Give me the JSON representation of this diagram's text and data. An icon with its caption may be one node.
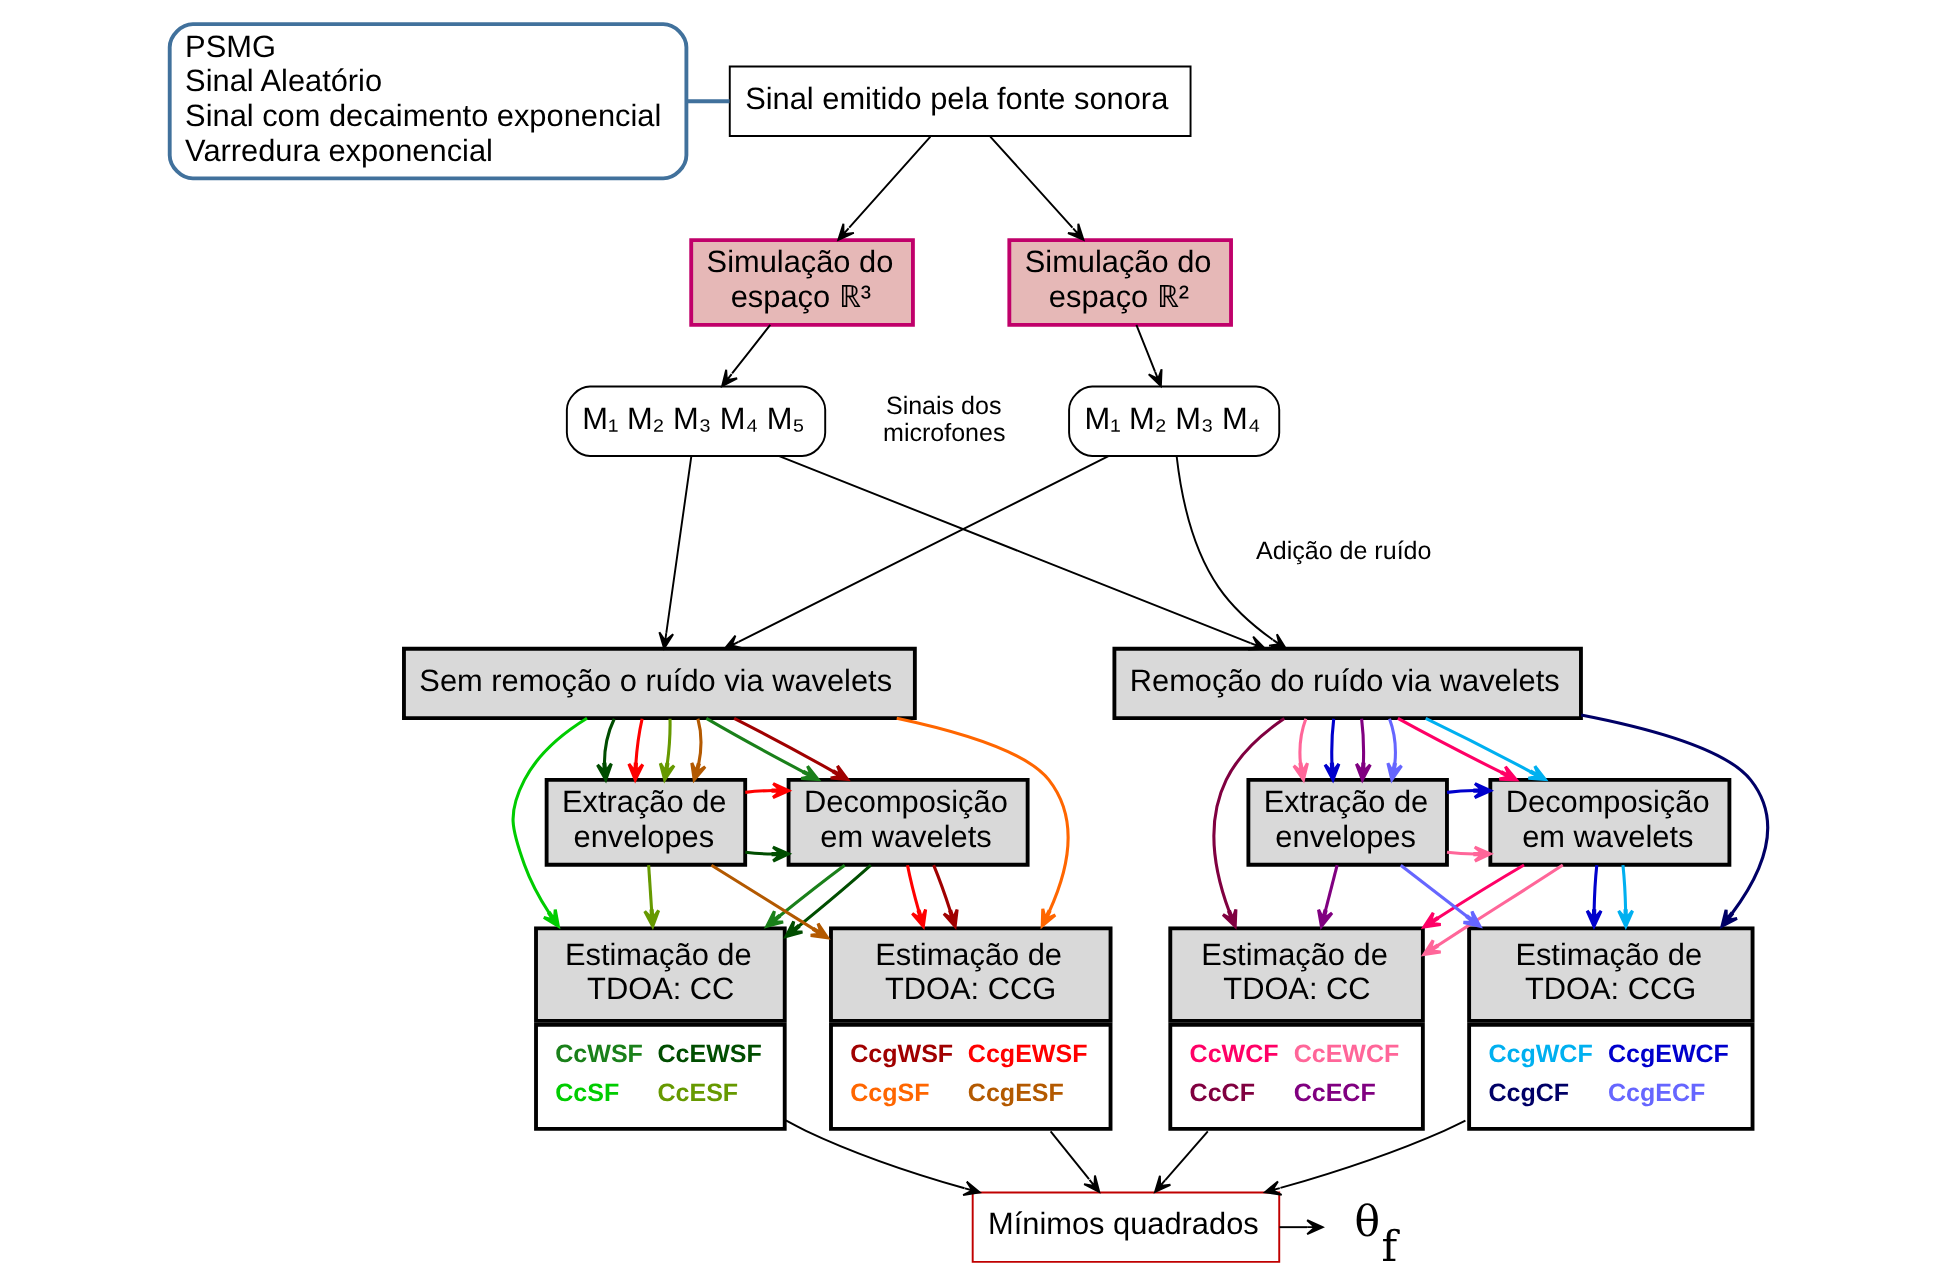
{
  "diagram": {
    "nodes": [
      {
        "text": [
          "Sinal emitido pela fonte sonora"
        ]
      },
      {
        "text": [
          "Simulação do espaço ℝ²"
        ]
      },
      {
        "text": [
          "Simulação do espaço ℝ³"
        ]
      },
      {
        "text": [
          "PSMG",
          "Sinal Aleatório",
          "Sinal com decaimento exponencial",
          "Varredura exponencial"
        ]
      },
      {
        "text": [
          "M₁ M₂ M₃ M₄"
        ],
        "beside": [
          "Sinais dos microfones"
        ]
      },
      {
        "text": [
          "M₁ M₂ M₃ M₄ M₅"
        ]
      },
      {
        "text": [
          "Remoção do ruído via wavelets"
        ]
      },
      {
        "text": [
          "Decomposição em wavelets"
        ]
      },
      {
        "text": [
          "Extração de envelopes"
        ]
      },
      {
        "text": [
          "Estimação de TDOA: CC",
          "CcWCF",
          "CcEWCF",
          "CcCF",
          "CcECF"
        ]
      },
      {
        "text": [
          "Estimação de TDOA: CCG",
          "CcgWCF",
          "CcgEWCF",
          "CcgCF",
          "CcgECF"
        ]
      },
      {
        "text": [
          "Sem remoção o ruído via wavelets"
        ]
      },
      {
        "text": [
          "Decomposição em wavelets"
        ]
      },
      {
        "text": [
          "Extração de envelopes"
        ]
      },
      {
        "text": [
          "Estimação de TDOA: CC",
          "CcWSF",
          "CcEWSF",
          "CcSF",
          "CcESF"
        ]
      },
      {
        "text": [
          "Estimação de TDOA: CCG",
          "CcgWSF",
          "CcgEWSF",
          "CcgSF",
          "CcgESF"
        ]
      },
      {
        "text": [
          "Mínimos quadrados"
        ]
      },
      {
        "text": [
          "θ$_{f}$"
        ]
      }
    ],
    "edges": [
      {
        "from": 3,
        "to": 0,
        "arrow": "none",
        "color": "#41719c"
      },
      {
        "from": 0,
        "to": 1,
        "arrow": "to"
      },
      {
        "from": 0,
        "to": 2,
        "arrow": "to"
      },
      {
        "from": 1,
        "to": 4,
        "arrow": "to"
      },
      {
        "from": 2,
        "to": 5,
        "arrow": "to"
      },
      {
        "from": 4,
        "to": 6,
        "arrow": "to"
      },
      {
        "from": 4,
        "to": 11,
        "arrow": "to"
      },
      {
        "from": 5,
        "to": 6,
        "arrow": "to"
      },
      {
        "from": 5,
        "to": 11,
        "arrow": "to"
      },
      {
        "from": 6,
        "to": 9,
        "arrow": "to",
        "color": "#800040"
      },
      {
        "from": 6,
        "to": 7,
        "arrow": "to",
        "color": "#ff0066"
      },
      {
        "from": 6,
        "to": 7,
        "arrow": "to",
        "color": "#00b0f0"
      },
      {
        "from": 6,
        "to": 8,
        "arrow": "to",
        "color": "#ff6699"
      },
      {
        "from": 6,
        "to": 8,
        "arrow": "to",
        "color": "#0000cc"
      },
      {
        "from": 6,
        "to": 8,
        "arrow": "to",
        "color": "#800080"
      },
      {
        "from": 6,
        "to": 8,
        "arrow": "to",
        "color": "#6666ff"
      },
      {
        "from": 6,
        "to": 10,
        "arrow": "to",
        "color": "#000066"
      },
      {
        "from": 8,
        "to": 7,
        "arrow": "to",
        "color": "#ff6699"
      },
      {
        "from": 8,
        "to": 7,
        "arrow": "to",
        "color": "#0000cc"
      },
      {
        "from": 7,
        "to": 9,
        "arrow": "to",
        "color": "#ff0066"
      },
      {
        "from": 7,
        "to": 9,
        "arrow": "to",
        "color": "#ff6699"
      },
      {
        "from": 7,
        "to": 10,
        "arrow": "to",
        "color": "#0000cc"
      },
      {
        "from": 7,
        "to": 10,
        "arrow": "to",
        "color": "#00b0f0"
      },
      {
        "from": 8,
        "to": 9,
        "arrow": "to",
        "color": "#800080"
      },
      {
        "from": 8,
        "to": 10,
        "arrow": "to",
        "color": "#6666ff"
      },
      {
        "from": 11,
        "to": 14,
        "arrow": "to",
        "color": "#00cc00"
      },
      {
        "from": 11,
        "to": 12,
        "arrow": "to",
        "color": "#1a801a"
      },
      {
        "from": 11,
        "to": 12,
        "arrow": "to",
        "color": "#a00000"
      },
      {
        "from": 11,
        "to": 13,
        "arrow": "to",
        "color": "#004d00"
      },
      {
        "from": 11,
        "to": 13,
        "arrow": "to",
        "color": "#ff0000"
      },
      {
        "from": 11,
        "to": 13,
        "arrow": "to",
        "color": "#669900"
      },
      {
        "from": 11,
        "to": 13,
        "arrow": "to",
        "color": "#b35900"
      },
      {
        "from": 11,
        "to": 15,
        "arrow": "to",
        "color": "#ff6600"
      },
      {
        "from": 13,
        "to": 12,
        "arrow": "to",
        "color": "#004d00"
      },
      {
        "from": 13,
        "to": 12,
        "arrow": "to",
        "color": "#ff0000"
      },
      {
        "from": 12,
        "to": 14,
        "arrow": "to",
        "color": "#1a801a"
      },
      {
        "from": 12,
        "to": 14,
        "arrow": "to",
        "color": "#004d00"
      },
      {
        "from": 12,
        "to": 15,
        "arrow": "to",
        "color": "#ff0000"
      },
      {
        "from": 12,
        "to": 15,
        "arrow": "to",
        "color": "#a00000"
      },
      {
        "from": 13,
        "to": 14,
        "arrow": "to",
        "color": "#669900"
      },
      {
        "from": 13,
        "to": 15,
        "arrow": "to",
        "color": "#b35900"
      },
      {
        "from": 9,
        "to": 16,
        "arrow": "to"
      },
      {
        "from": 10,
        "to": 16,
        "arrow": "to"
      },
      {
        "from": 14,
        "to": 16,
        "arrow": "to"
      },
      {
        "from": 15,
        "to": 16,
        "arrow": "to"
      },
      {
        "from": 16,
        "to": 17,
        "arrow": "to"
      }
    ],
    "labels": [
      "Adição de ruído"
    ]
  }
}
